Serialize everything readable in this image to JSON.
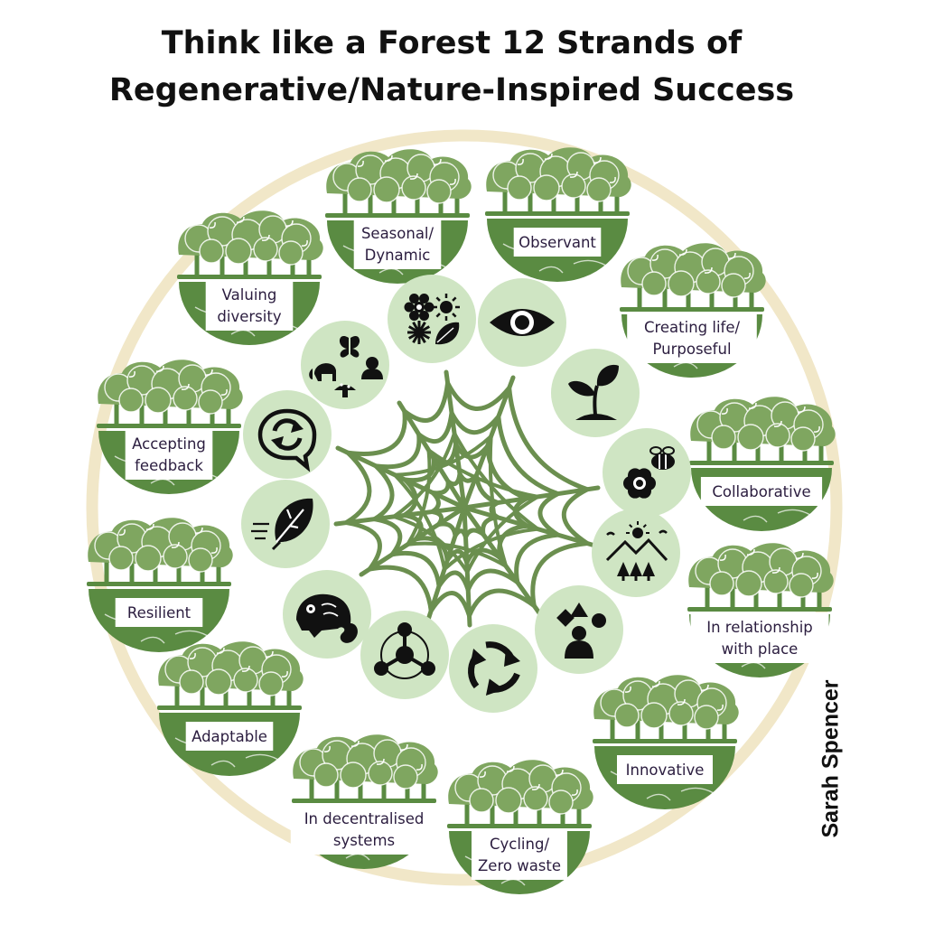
{
  "title": {
    "line1": "Think like a Forest 12 Strands of",
    "line2": "Regenerative/Nature-Inspired Success"
  },
  "author": "Sarah Spencer",
  "colors": {
    "forest_green": "#5a8b42",
    "canopy_green": "#7fa660",
    "badge_green": "#cfe5c3",
    "web_green": "#6b8f4f",
    "ring": "#f1e7c8",
    "ink": "#111111"
  },
  "strands": [
    {
      "label": [
        "Seasonal/",
        "Dynamic"
      ],
      "icon": "seasons-icon"
    },
    {
      "label": [
        "Observant"
      ],
      "icon": "eye-icon"
    },
    {
      "label": [
        "Creating life/",
        "Purposeful"
      ],
      "icon": "sprout-icon"
    },
    {
      "label": [
        "Collaborative"
      ],
      "icon": "bee-flower-icon"
    },
    {
      "label": [
        "In relationship",
        "with place"
      ],
      "icon": "landscape-icon"
    },
    {
      "label": [
        "Innovative"
      ],
      "icon": "shapes-icon"
    },
    {
      "label": [
        "Cycling/",
        "Zero waste"
      ],
      "icon": "recycle-icon"
    },
    {
      "label": [
        "In decentralised",
        "systems"
      ],
      "icon": "network-icon"
    },
    {
      "label": [
        "Adaptable"
      ],
      "icon": "chameleon-icon"
    },
    {
      "label": [
        "Resilient"
      ],
      "icon": "leaf-wind-icon"
    },
    {
      "label": [
        "Accepting",
        "feedback"
      ],
      "icon": "feedback-loop-icon"
    },
    {
      "label": [
        "Valuing",
        "diversity"
      ],
      "icon": "diversity-icon"
    }
  ]
}
